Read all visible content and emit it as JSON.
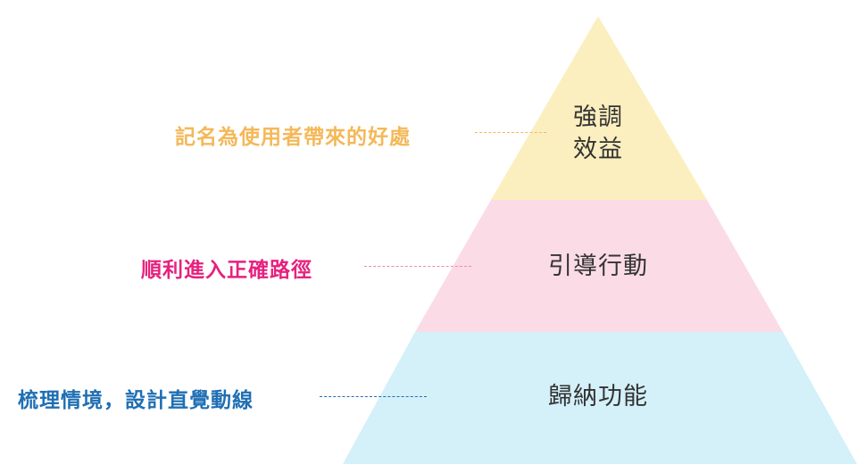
{
  "colors": {
    "top_fill": "#fbefbf",
    "middle_fill": "#fbdce6",
    "bottom_fill": "#d4f0f9",
    "top_text": "#f4b858",
    "middle_text": "#e6217e",
    "bottom_text": "#1f6fb3",
    "tier_text": "#333333"
  },
  "tiers": [
    {
      "label_line1": "強調",
      "label_line2": "效益",
      "note": "記名為使用者帶來的好處"
    },
    {
      "label": "引導行動",
      "note": "順利進入正確路徑"
    },
    {
      "label": "歸納功能",
      "note": "梳理情境，設計直覺動線"
    }
  ]
}
